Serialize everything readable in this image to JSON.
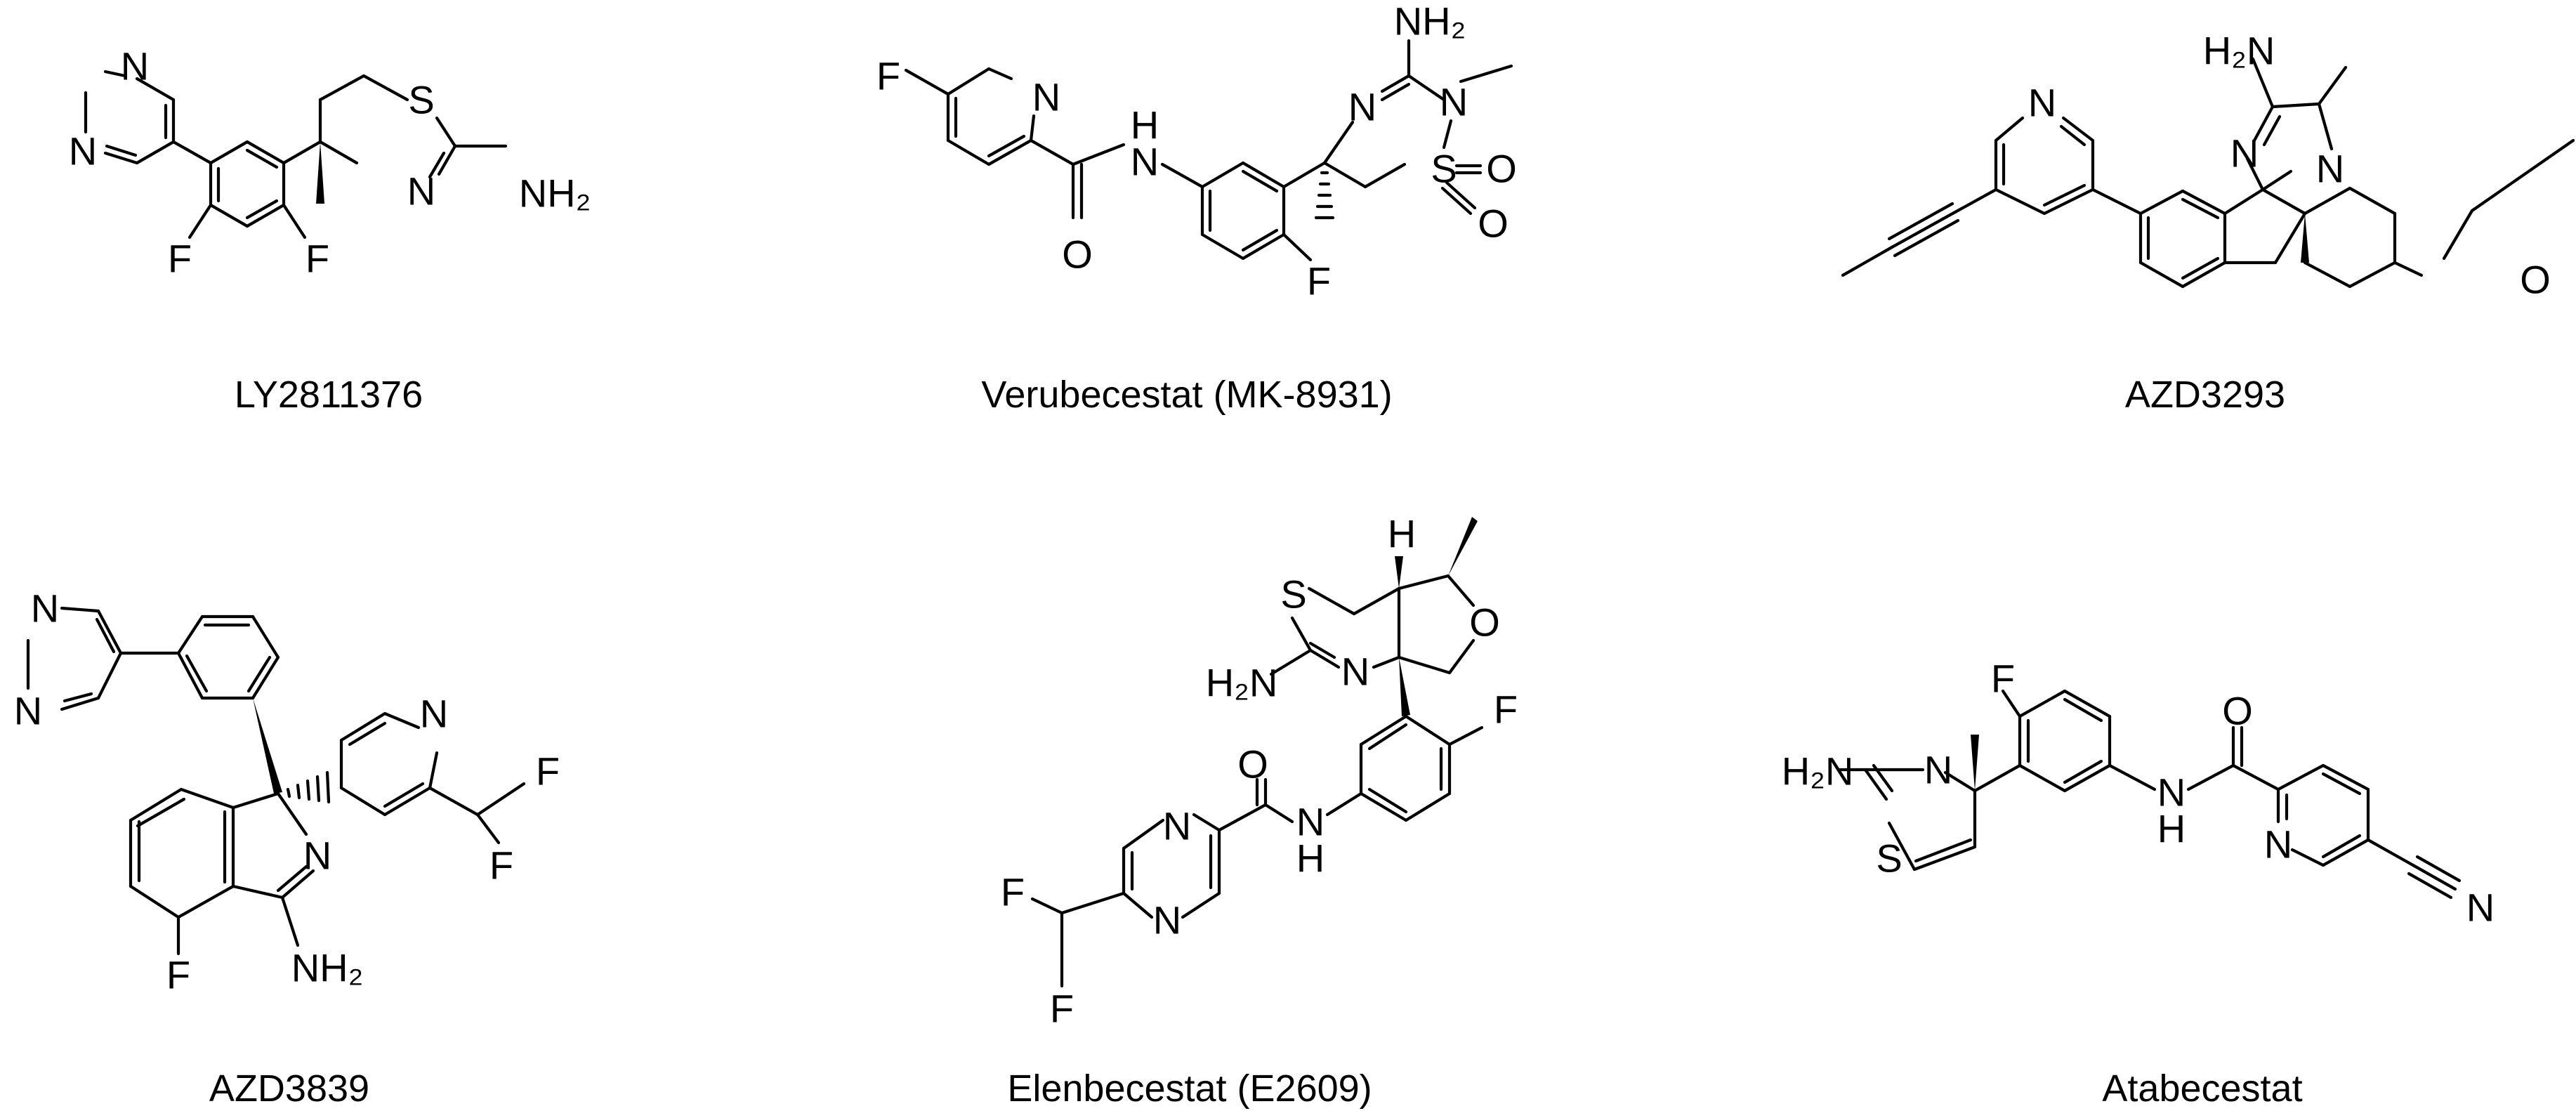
{
  "compounds": [
    {
      "name": "LY2811376",
      "atoms": {
        "n_top": "N",
        "n_left": "N",
        "f_left": "F",
        "f_right": "F",
        "s": "S",
        "n_ring": "N",
        "nh2": "NH₂"
      }
    },
    {
      "name": "Verubecestat (MK-8931)",
      "atoms": {
        "f": "F",
        "n_py": "N",
        "nh_n": "N",
        "nh_h": "H",
        "o": "O",
        "f2": "F",
        "n_ring": "N",
        "n2": "N",
        "s": "S",
        "o1": "O",
        "o2": "O",
        "nh2": "NH₂"
      }
    },
    {
      "name": "AZD3293",
      "atoms": {
        "n_py": "N",
        "h2n": "H₂N",
        "n1": "N",
        "n2": "N",
        "o": "O"
      }
    },
    {
      "name": "AZD3839",
      "atoms": {
        "n1": "N",
        "n2": "N",
        "n_py": "N",
        "f1": "F",
        "f2": "F",
        "n_ring": "N",
        "f3": "F",
        "nh2": "NH₂"
      }
    },
    {
      "name": "Elenbecestat (E2609)",
      "atoms": {
        "h": "H",
        "s": "S",
        "o": "O",
        "h2n": "H₂N",
        "n_ring": "N",
        "f": "F",
        "o2": "O",
        "n_pz1": "N",
        "nh_n": "N",
        "nh_h": "H",
        "n_pz2": "N",
        "f1": "F",
        "f2": "F"
      }
    },
    {
      "name": "Atabecestat",
      "atoms": {
        "f": "F",
        "o": "O",
        "h2n": "H₂N",
        "n": "N",
        "s": "S",
        "nh_n": "N",
        "nh_h": "H",
        "n_py": "N",
        "n_cn": "N"
      }
    }
  ]
}
